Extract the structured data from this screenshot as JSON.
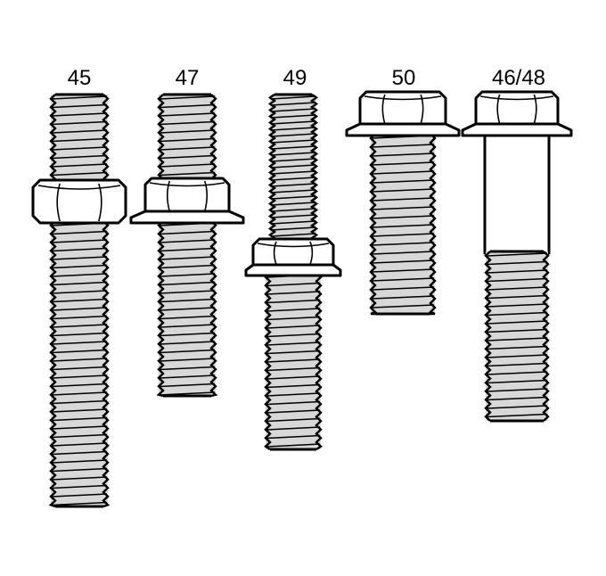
{
  "diagram": {
    "fasteners": [
      {
        "label": "45",
        "type": "stud-with-hex-nut"
      },
      {
        "label": "47",
        "type": "stud-with-flange-nut"
      },
      {
        "label": "49",
        "type": "stud-with-flange-nut"
      },
      {
        "label": "50",
        "type": "flange-bolt"
      },
      {
        "label": "46/48",
        "type": "flange-bolt-shouldered"
      }
    ],
    "colors": {
      "line": "#000000",
      "background": "#ffffff",
      "shading": "#d8d8d8"
    }
  }
}
